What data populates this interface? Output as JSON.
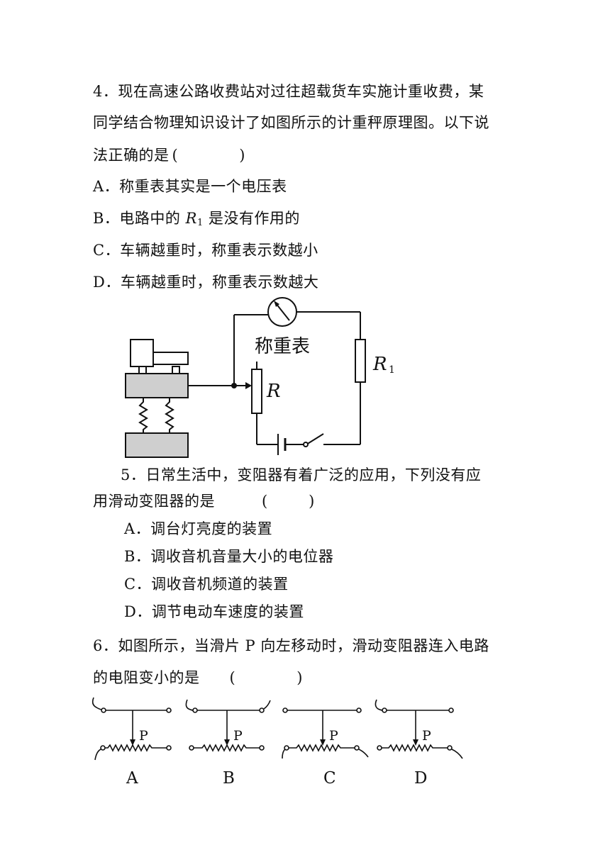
{
  "q4": {
    "line1": "4．现在高速公路收费站对过往超载货车实施计重收费，某",
    "line2": "同学结合物理知识设计了如图所示的计重秤原理图。以下说",
    "line3_text": "法正确的是",
    "line3_paren": "(            )",
    "options": {
      "a": "A．称重表其实是一个电压表",
      "b_pre": "B．电路中的",
      "b_var": "R",
      "b_sub": "1",
      "b_post": "是没有作用的",
      "c": "C．车辆越重时，称重表示数越小",
      "d": "D．车辆越重时，称重表示数越大"
    },
    "figure": {
      "meter_label": "称重表",
      "r_label": "R",
      "r1_label": "R",
      "r1_sub": "1"
    }
  },
  "q5": {
    "line1": "5．日常生活中，变阻器有着广泛的应用，下列没有应",
    "line2_text": "用滑动变阻器的是",
    "line2_paren": "(        )",
    "options": {
      "a": "A．调台灯亮度的装置",
      "b": "B．调收音机音量大小的电位器",
      "c": "C．调收音机频道的装置",
      "d": "D．调节电动车速度的装置"
    }
  },
  "q6": {
    "line1": "6．如图所示，当滑片 P 向左移动时，滑动变阻器连入电路",
    "line2_text": "的电阻变小的是",
    "line2_paren": "(            )",
    "figure": {
      "slider_label": "P",
      "labels": [
        "A",
        "B",
        "C",
        "D"
      ]
    }
  }
}
